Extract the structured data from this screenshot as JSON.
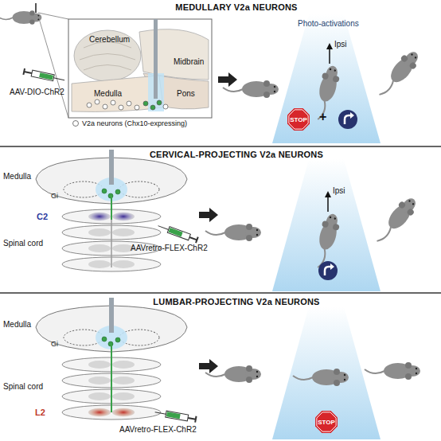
{
  "diagram": {
    "nodes": [
      {
        "text": [
          "MEDULLARY V2a NEURONS"
        ]
      },
      {
        "text": [
          "STOP"
        ],
        "in": 0
      },
      {
        "text": [
          "CERVICAL-PROJECTING V2a NEURONS"
        ]
      },
      {
        "text": [
          "LUMBAR-PROJECTING V2a NEURONS"
        ]
      },
      {
        "text": [
          "STOP"
        ],
        "in": 3
      }
    ],
    "labels": [
      "AAV-DIO-ChR2",
      "Cerebellum",
      "Midbrain",
      "Pons",
      "Medulla",
      "Photo-activations",
      "Ipsi",
      "+",
      "Medulla",
      "Gi",
      "Spinal cord",
      "C2",
      "AAVretro-FLEX-ChR2",
      "Ipsi",
      "Medulla",
      "Gi",
      "Spinal cord",
      "L2",
      "AAVretro-FLEX-ChR2"
    ],
    "legend": [
      {
        "text": "V2a neurons (Chx10-expressing)"
      }
    ]
  }
}
